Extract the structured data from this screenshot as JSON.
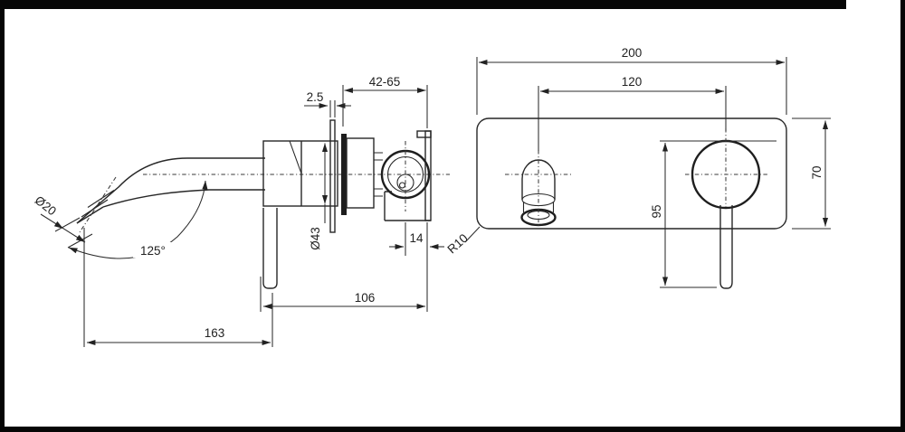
{
  "side_view": {
    "dim_plate_thickness": "2.5",
    "dim_wall_depth_range": "42-65",
    "dim_body_diameter": "Ø43",
    "dim_spout_diameter": "Ø20",
    "dim_spout_angle": "125°",
    "dim_valve_offset": "14",
    "dim_body_length": "106",
    "dim_spout_projection": "163"
  },
  "front_view": {
    "dim_plate_width": "200",
    "dim_centres": "120",
    "dim_plate_height": "70",
    "dim_handle_drop": "95",
    "dim_corner_radius": "R10"
  }
}
